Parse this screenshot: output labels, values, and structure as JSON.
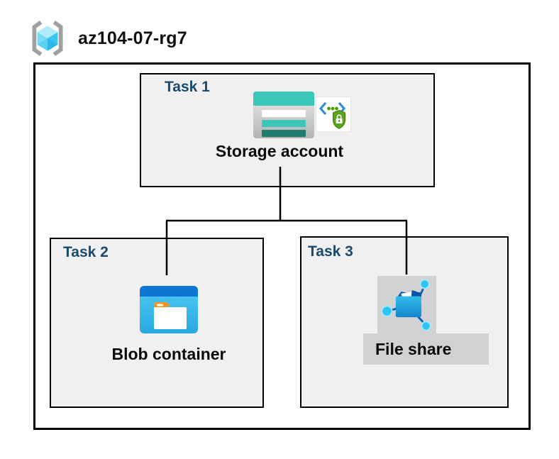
{
  "header": {
    "title": "az104-07-rg7",
    "icon": "resource-group-icon"
  },
  "tasks": [
    {
      "label": "Task 1",
      "item": "Storage account",
      "icons": [
        "storage-account-icon",
        "sas-shield-icon"
      ]
    },
    {
      "label": "Task 2",
      "item": "Blob container",
      "icons": [
        "blob-container-icon"
      ]
    },
    {
      "label": "Task 3",
      "item": "File share",
      "icons": [
        "file-share-icon"
      ]
    }
  ],
  "colors": {
    "task_label": "#1a4a6e",
    "box_fill": "#f0f0f0",
    "box_border": "#000000",
    "highlight_gray": "#d2d2d2",
    "storage_teal": "#3bc7b8",
    "storage_dark_teal": "#1f7d70",
    "blob_blue_band": "#0d74d1",
    "blob_cyan": "#3fc4f0",
    "sas_green": "#5aa41e",
    "sas_blue": "#2e8ed5",
    "cube_cyan": "#7adcf6",
    "bracket_gray": "#a0a0a0"
  }
}
